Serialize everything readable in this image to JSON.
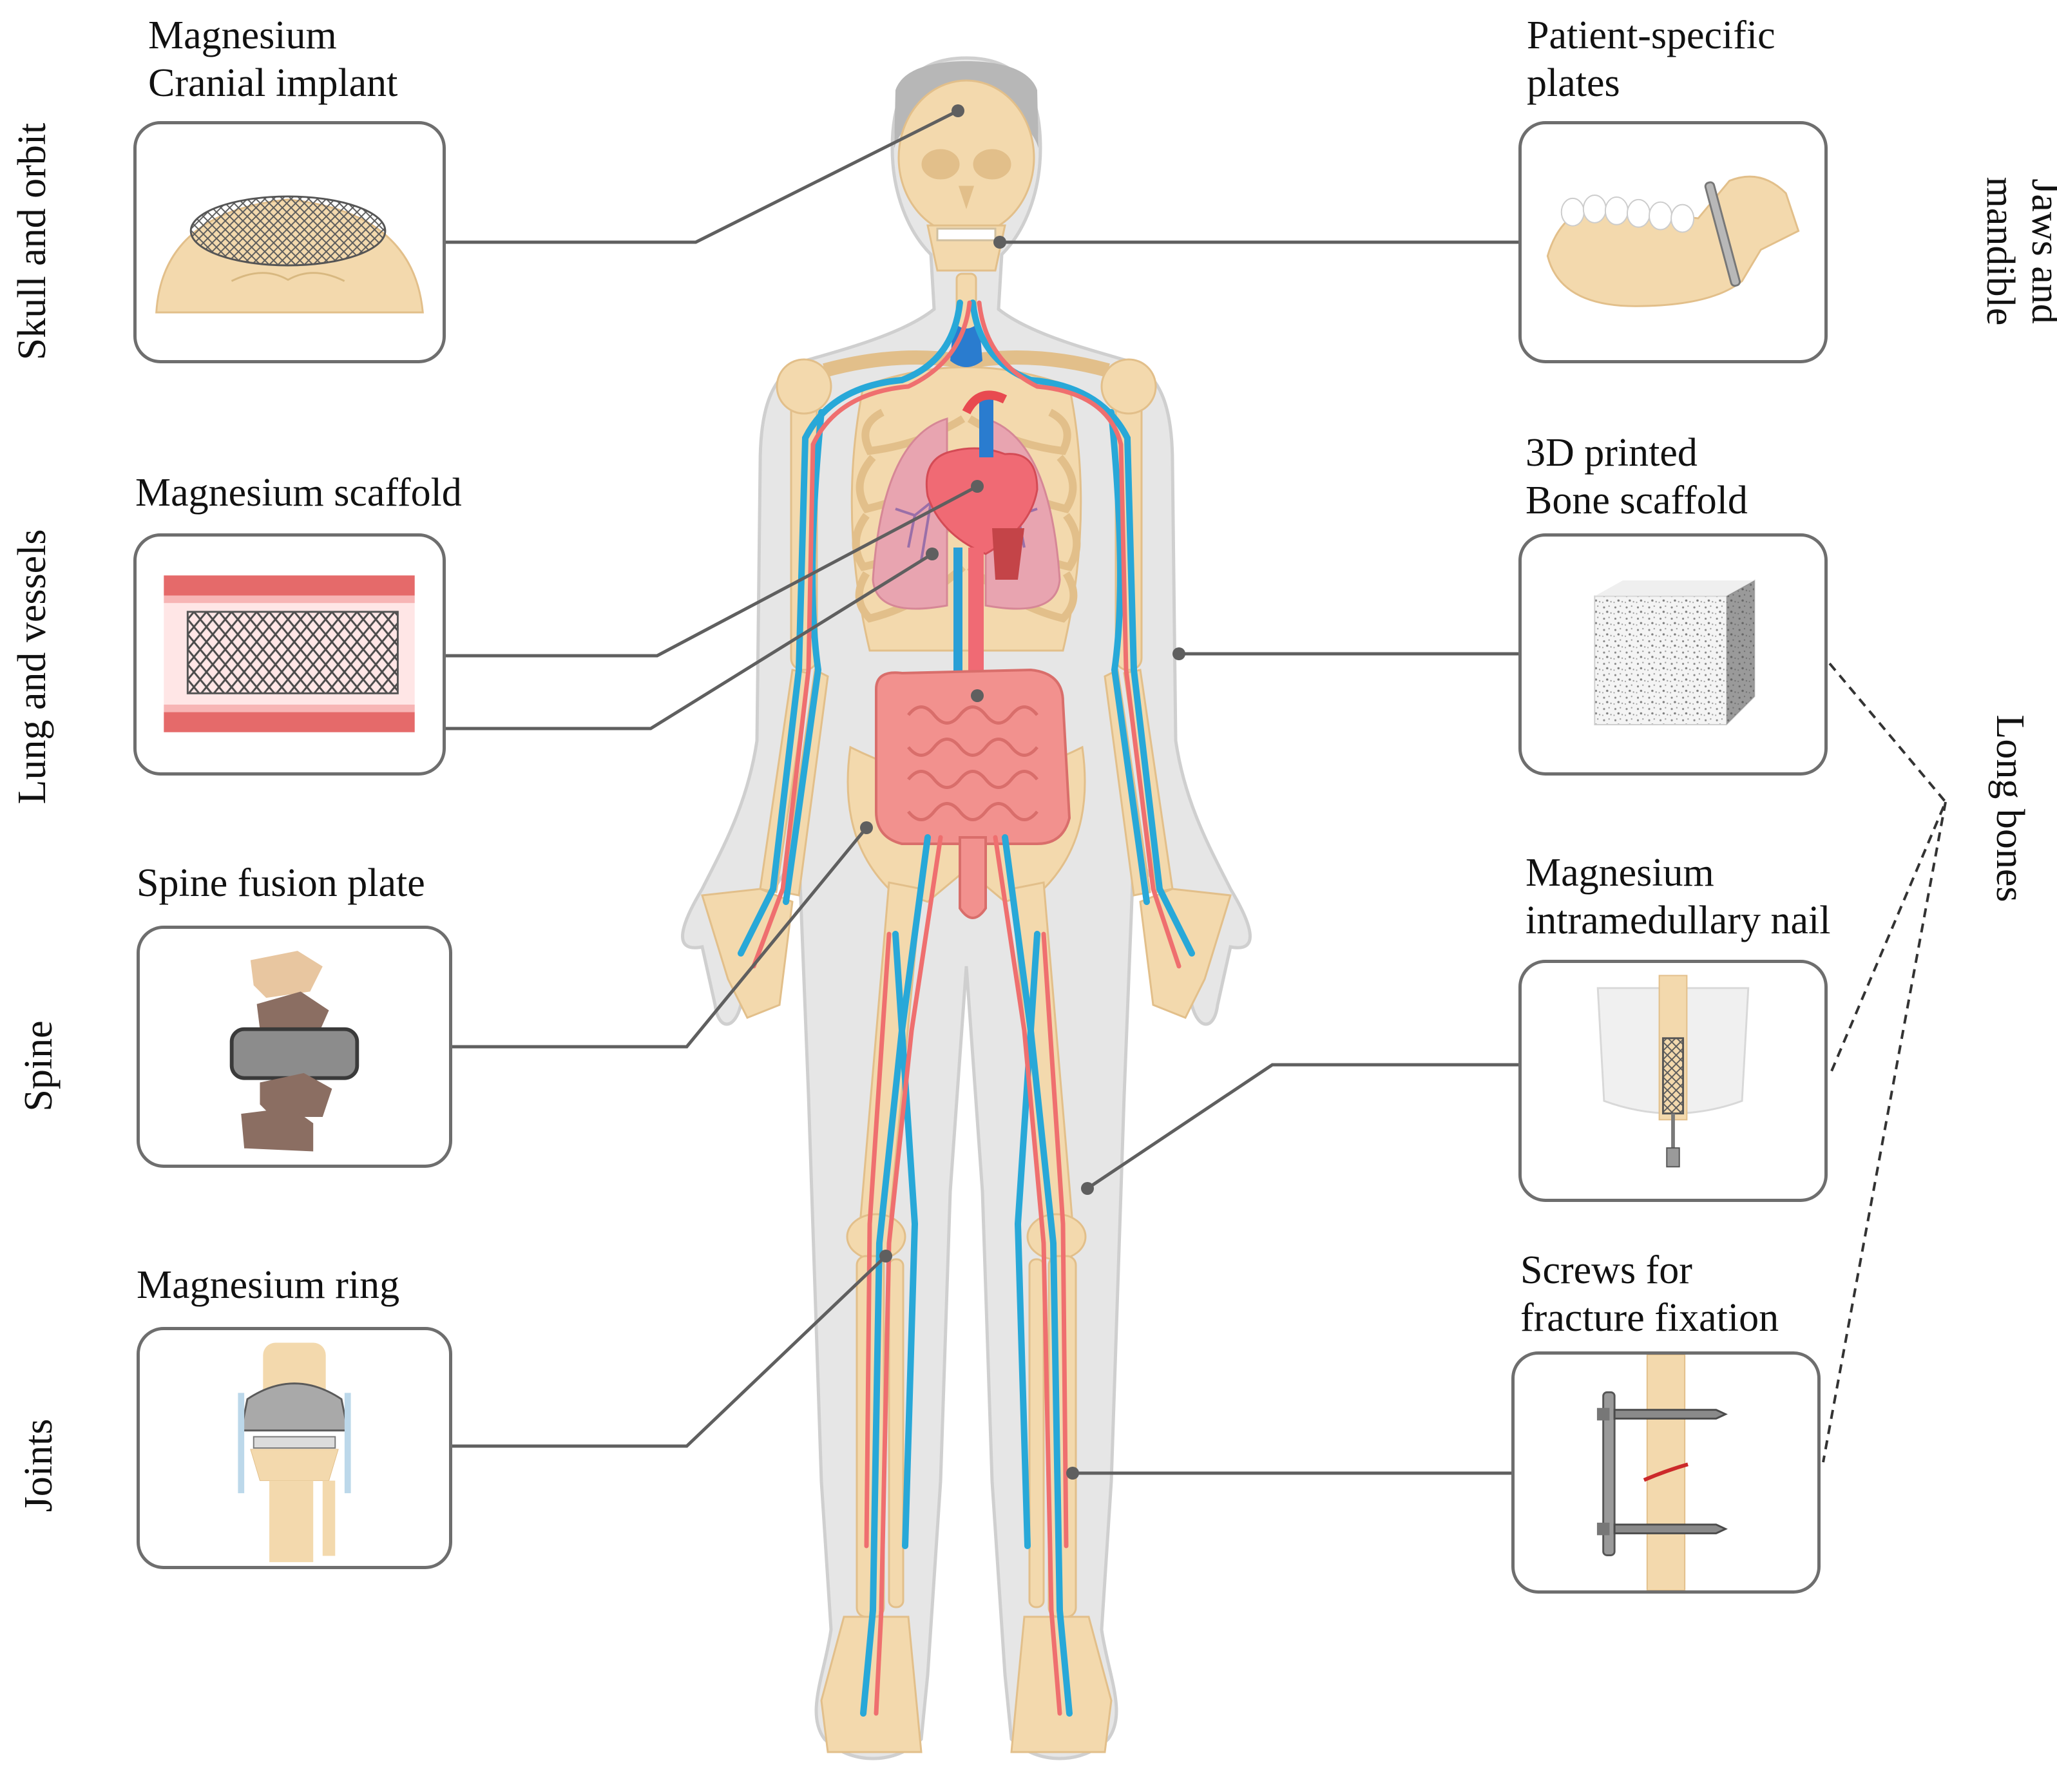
{
  "callouts": {
    "cranial": {
      "line1": "Magnesium",
      "line2": "Cranial implant"
    },
    "plates": {
      "line1": "Patient-specific",
      "line2": "plates"
    },
    "scaffold_mg": {
      "line1": "Magnesium scaffold"
    },
    "bone_scaffold": {
      "line1": "3D printed",
      "line2": "Bone scaffold"
    },
    "spine_plate": {
      "line1": "Spine fusion plate"
    },
    "nail": {
      "line1": "Magnesium",
      "line2": "intramedullary nail"
    },
    "ring": {
      "line1": "Magnesium ring"
    },
    "screws": {
      "line1": "Screws for",
      "line2": "fracture fixation"
    }
  },
  "regions": {
    "skull": "Skull and orbit",
    "lung": "Lung and vessels",
    "spine": "Spine",
    "joints": "Joints",
    "jaws_line1": "Jaws and",
    "jaws_line2": "mandible",
    "long_bones": "Long bones"
  },
  "colors": {
    "bone": "#f3d9ad",
    "bone_dark": "#e2bf8a",
    "artery": "#ef6f6f",
    "vein": "#28a8d8",
    "skin": "#e6e6e6",
    "box_border": "#6e6e6e",
    "leader": "#5f5f5f",
    "intestine": "#f2918e",
    "lung": "#e8a4b0",
    "implant_gray": "#8c8c8c",
    "vertebra": "#8b6e62"
  }
}
